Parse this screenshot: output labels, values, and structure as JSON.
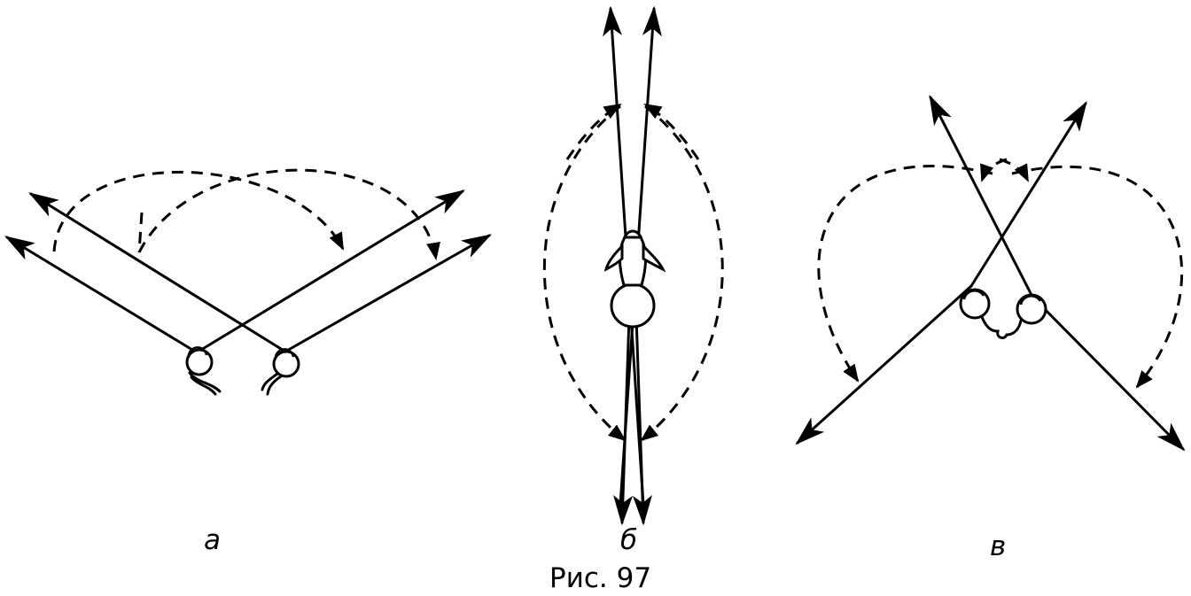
{
  "figure": {
    "caption": "Рис. 97",
    "panels": [
      {
        "id": "a",
        "label": "а"
      },
      {
        "id": "b",
        "label": "б"
      },
      {
        "id": "v",
        "label": "в"
      }
    ]
  }
}
